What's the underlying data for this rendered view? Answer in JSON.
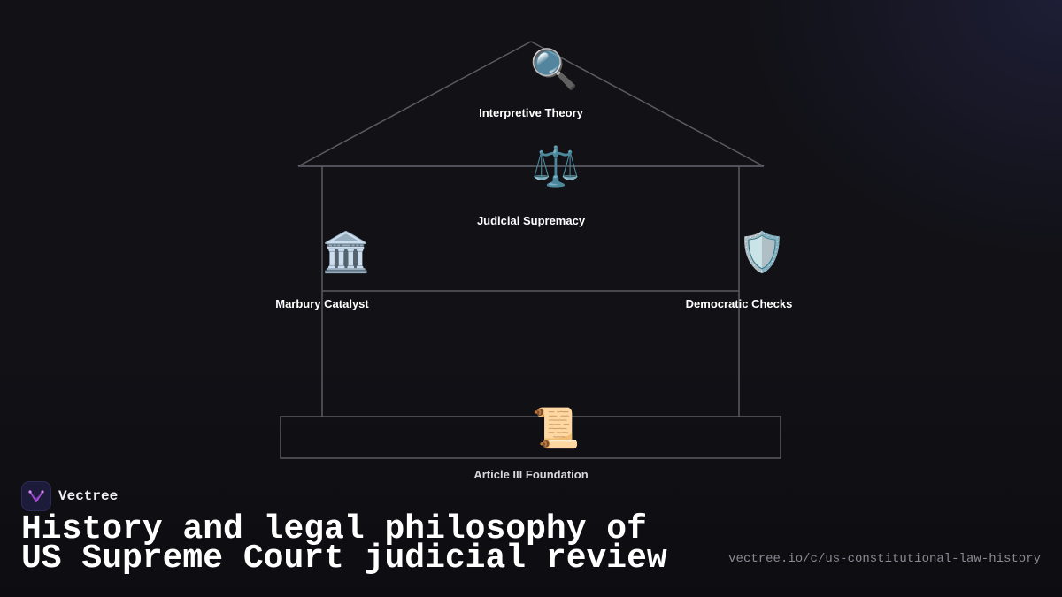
{
  "diagram": {
    "nodes": [
      {
        "id": "interpretive-theory",
        "label": "Interpretive Theory",
        "icon": "magnifying-glass-icon",
        "glyph": "🔍"
      },
      {
        "id": "judicial-supremacy",
        "label": "Judicial Supremacy",
        "icon": "scales-icon",
        "glyph": "⚖️"
      },
      {
        "id": "marbury-catalyst",
        "label": "Marbury Catalyst",
        "icon": "classical-building-icon",
        "glyph": "🏛️"
      },
      {
        "id": "democratic-checks",
        "label": "Democratic Checks",
        "icon": "shield-icon",
        "glyph": "🛡️"
      },
      {
        "id": "article-iii-foundation",
        "label": "Article III Foundation",
        "icon": "scroll-icon",
        "glyph": "📜"
      }
    ]
  },
  "brand": {
    "name": "Vectree",
    "logo_icon": "vectree-logo-icon",
    "accent": "#b04fd6"
  },
  "title": "History and legal philosophy of US Supreme Court judicial review",
  "url": "vectree.io/c/us-constitutional-law-history",
  "colors": {
    "background": "#111116",
    "frame_stroke": "#5a5a62",
    "text": "#ffffff",
    "muted_text": "#8a8a94"
  }
}
